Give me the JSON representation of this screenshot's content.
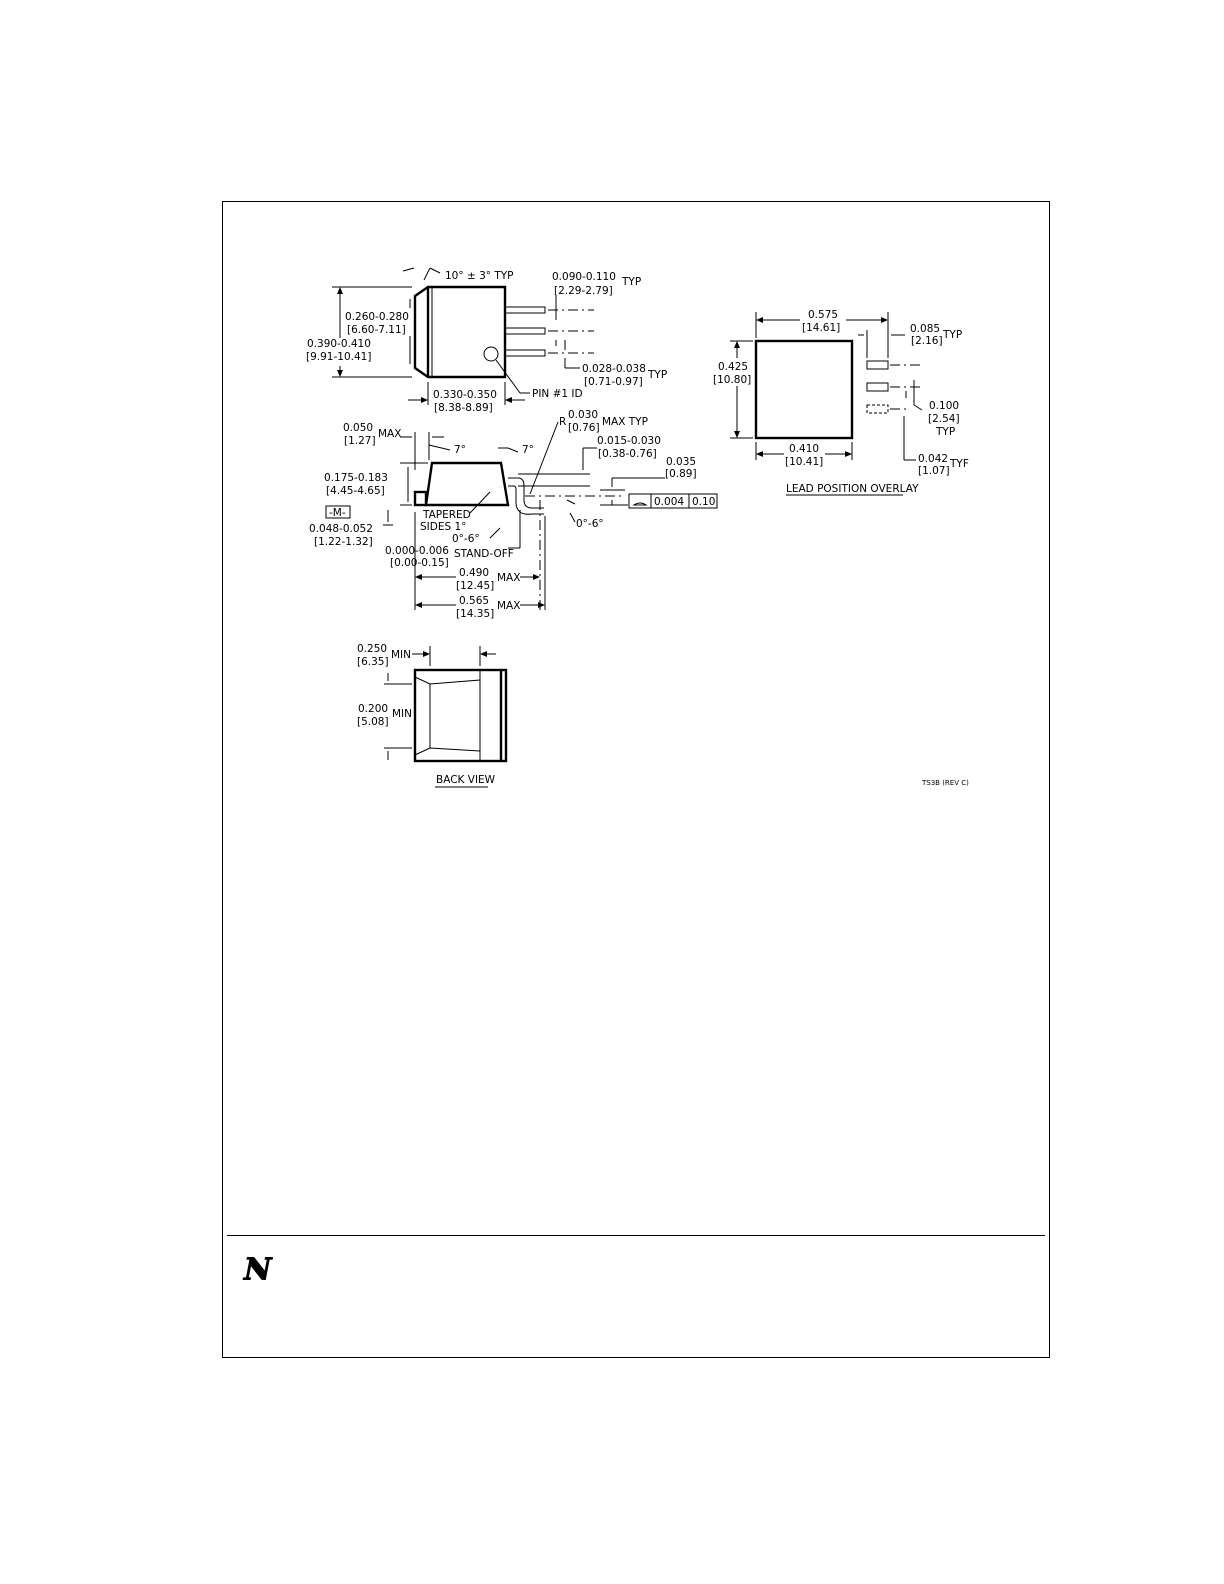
{
  "top_view": {
    "angle": "10° ± 3° TYP",
    "lead_pitch": "0.090-0.110",
    "lead_pitch_mm": "[2.29-2.79]",
    "lead_pitch_note": "TYP",
    "tab_width": "0.260-0.280",
    "tab_width_mm": "[6.60-7.11]",
    "body_width": "0.390-0.410",
    "body_width_mm": "[9.91-10.41]",
    "lead_width": "0.028-0.038",
    "lead_width_mm": "[0.71-0.97]",
    "lead_width_note": "TYP",
    "body_length": "0.330-0.350",
    "body_length_mm": "[8.38-8.89]",
    "pin1": "PIN #1 ID"
  },
  "side_view": {
    "overhang": "0.050",
    "overhang_mm": "[1.27]",
    "overhang_note": "MAX",
    "draft_left": "7°",
    "draft_right": "7°",
    "radius_prefix": "R",
    "radius": "0.030",
    "radius_mm": "[0.76]",
    "radius_note": "MAX TYP",
    "lead_thick": "0.015-0.030",
    "lead_thick_mm": "[0.38-0.76]",
    "foot": "0.035",
    "foot_mm": "[0.89]",
    "height": "0.175-0.183",
    "height_mm": "[4.45-4.65]",
    "datum": "-M-",
    "tab_thick": "0.048-0.052",
    "tab_thick_mm": "[1.22-1.32]",
    "tapered": "TAPERED",
    "tapered_2": "SIDES 1°",
    "foot_angle_1": "0°-6°",
    "foot_angle_2": "0°-6°",
    "standoff": "0.000-0.006",
    "standoff_mm": "[0.00-0.15]",
    "standoff_note": "STAND-OFF",
    "len1": "0.490",
    "len1_mm": "[12.45]",
    "len1_note": "MAX",
    "len2": "0.565",
    "len2_mm": "[14.35]",
    "len2_note": "MAX",
    "coplanarity": "0.004",
    "coplanarity_mm": "0.10"
  },
  "overlay": {
    "width": "0.575",
    "width_mm": "[14.61]",
    "lead_len": "0.085",
    "lead_len_note": "TYP",
    "lead_len_mm": "[2.16]",
    "height": "0.425",
    "height_mm": "[10.80]",
    "pitch": "0.100",
    "pitch_mm": "[2.54]",
    "pitch_note": "TYP",
    "inner_width": "0.410",
    "inner_width_mm": "[10.41]",
    "lead_w": "0.042",
    "lead_w_note": "TYF",
    "lead_w_mm": "[1.07]",
    "caption": "LEAD POSITION OVERLAY"
  },
  "back_view": {
    "w": "0.250",
    "w_note": "MIN",
    "w_mm": "[6.35]",
    "h": "0.200",
    "h_note": "MIN",
    "h_mm": "[5.08]",
    "caption": "BACK VIEW"
  },
  "drawing_id": "TS3B (REV C)",
  "logo": "ɴ"
}
